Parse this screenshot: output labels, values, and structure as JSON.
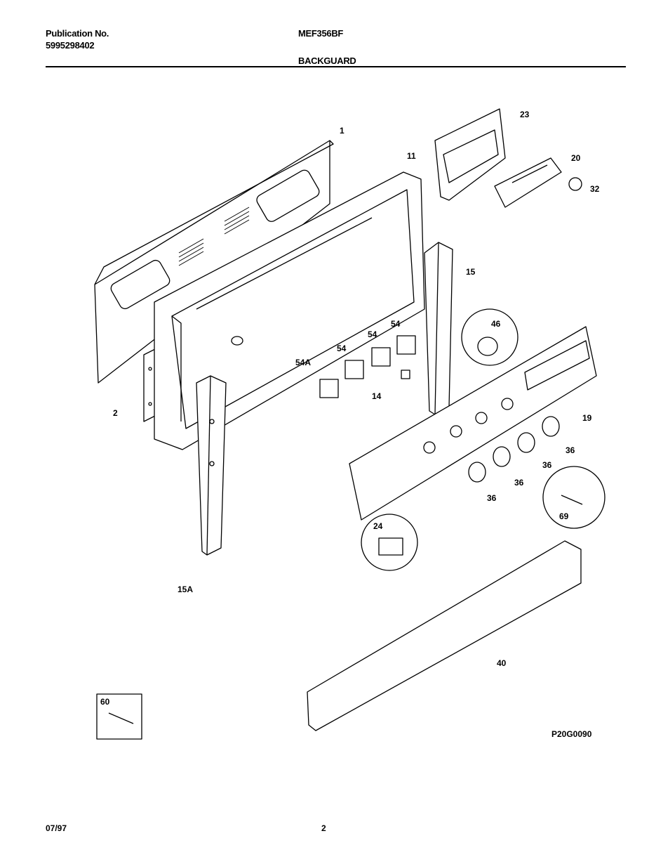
{
  "header": {
    "publication_label": "Publication No.",
    "publication_number": "5995298402",
    "model": "MEF356BF",
    "section": "BACKGUARD"
  },
  "callouts": {
    "c1": "1",
    "c2": "2",
    "c11": "11",
    "c14": "14",
    "c15": "15",
    "c15a": "15A",
    "c19": "19",
    "c20": "20",
    "c23": "23",
    "c24": "24",
    "c32": "32",
    "c36a": "36",
    "c36b": "36",
    "c36c": "36",
    "c36d": "36",
    "c40": "40",
    "c46": "46",
    "c54a": "54",
    "c54b": "54",
    "c54c": "54",
    "c54A": "54A",
    "c60": "60",
    "c69": "69"
  },
  "figure_code": "P20G0090",
  "footer": {
    "date": "07/97",
    "page": "2"
  }
}
